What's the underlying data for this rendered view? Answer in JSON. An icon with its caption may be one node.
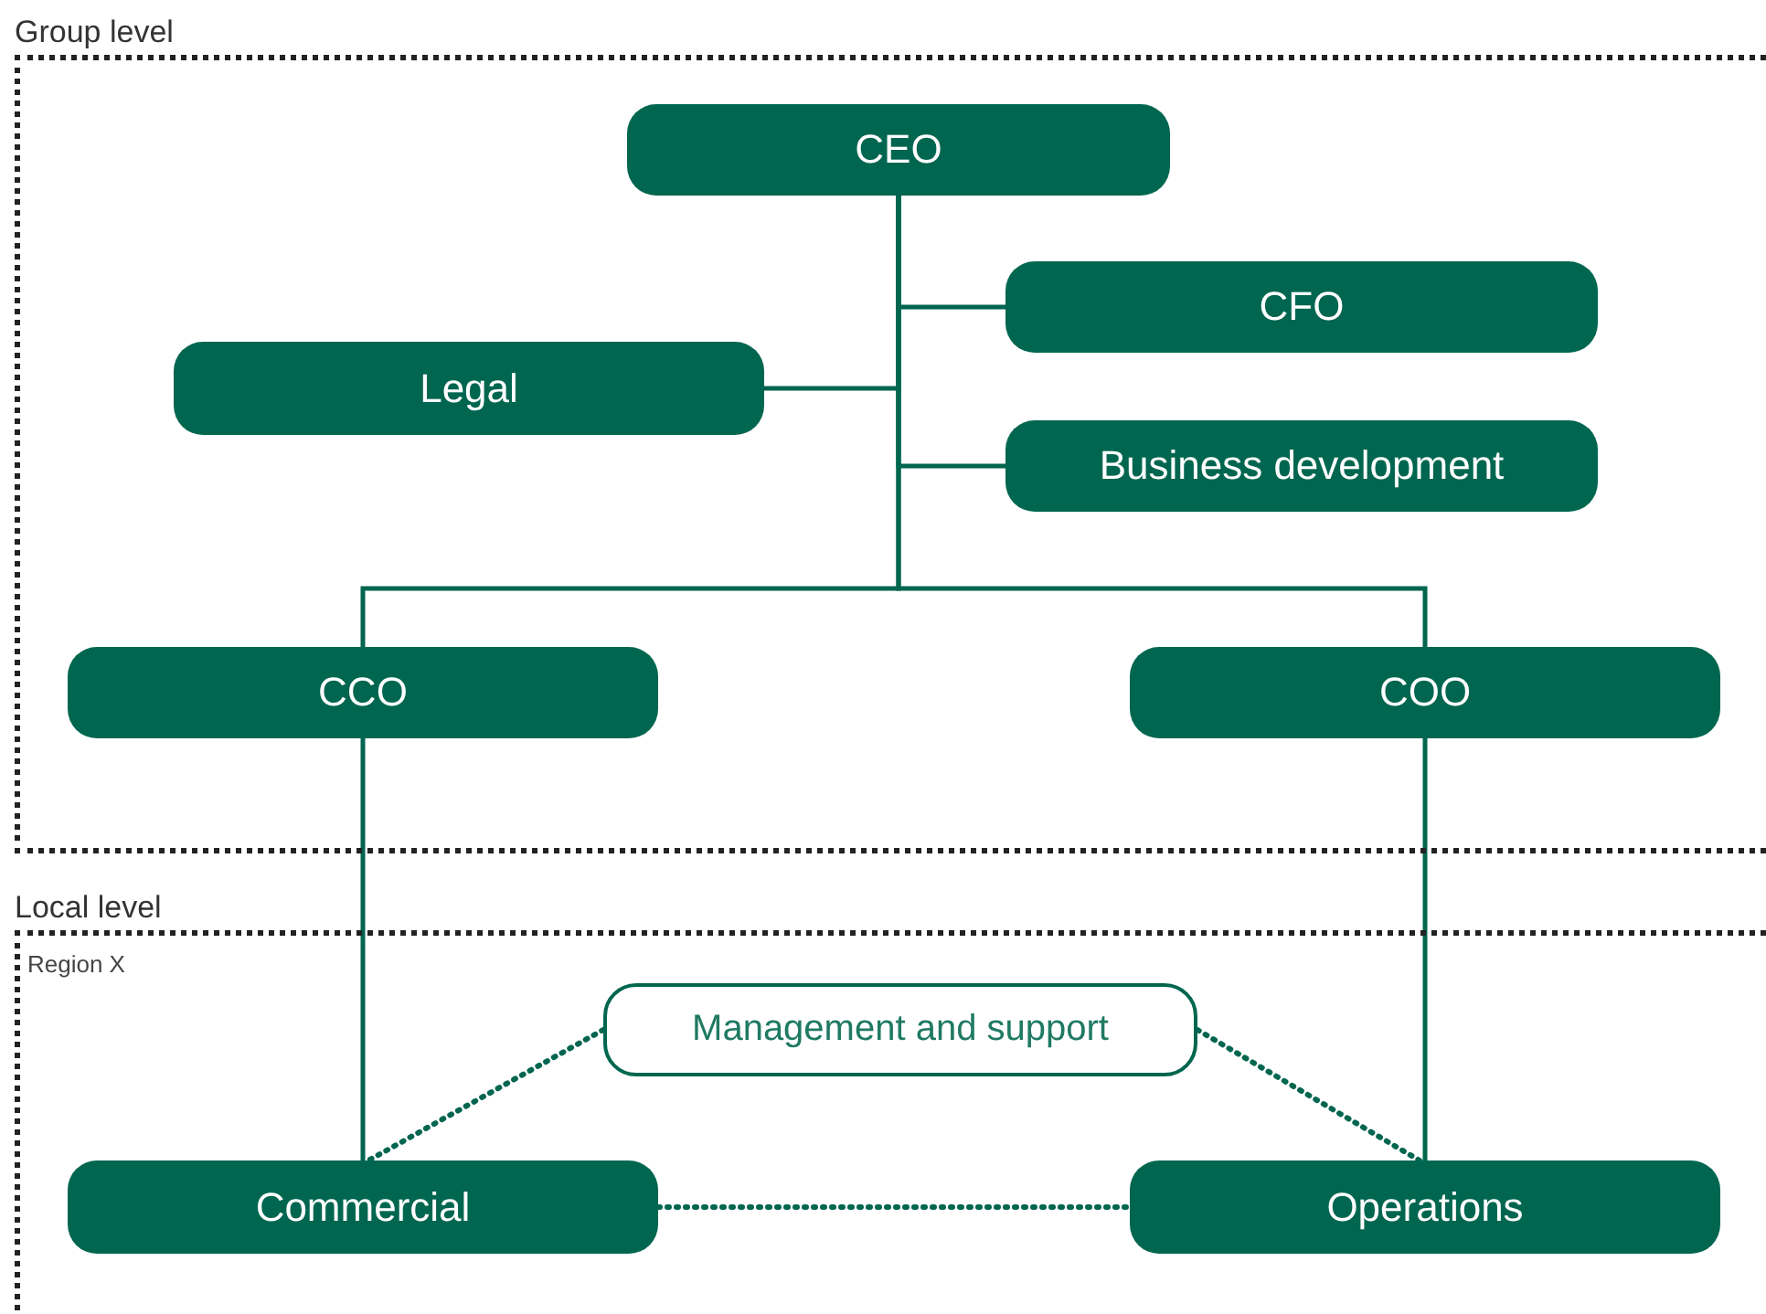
{
  "diagram": {
    "nodes": [
      {
        "text": [
          "Group level"
        ]
      },
      {
        "text": [
          "CEO"
        ],
        "in": 0
      },
      {
        "text": [
          "CFO"
        ],
        "in": 0
      },
      {
        "text": [
          "Legal"
        ],
        "in": 0
      },
      {
        "text": [
          "Business development"
        ],
        "in": 0
      },
      {
        "text": [
          "CCO"
        ],
        "in": 0
      },
      {
        "text": [
          "COO"
        ],
        "in": 0
      },
      {
        "text": [
          "Local level",
          "Region X"
        ]
      },
      {
        "text": [
          "Management and support"
        ],
        "in": 7
      },
      {
        "text": [
          "Commercial"
        ],
        "in": 7
      },
      {
        "text": [
          "Operations"
        ],
        "in": 7
      }
    ],
    "edges": [
      {
        "from": 1,
        "to": 2,
        "arrow": "none"
      },
      {
        "from": 1,
        "to": 3,
        "arrow": "none"
      },
      {
        "from": 1,
        "to": 4,
        "arrow": "none"
      },
      {
        "from": 1,
        "to": 5,
        "arrow": "none"
      },
      {
        "from": 1,
        "to": 6,
        "arrow": "none"
      },
      {
        "from": 5,
        "to": 9,
        "arrow": "none"
      },
      {
        "from": 6,
        "to": 10,
        "arrow": "none"
      },
      {
        "from": 8,
        "to": 9,
        "arrow": "none",
        "style": "dashed"
      },
      {
        "from": 8,
        "to": 10,
        "arrow": "none",
        "style": "dashed"
      },
      {
        "from": 9,
        "to": 10,
        "arrow": "none",
        "style": "dashed"
      }
    ]
  }
}
